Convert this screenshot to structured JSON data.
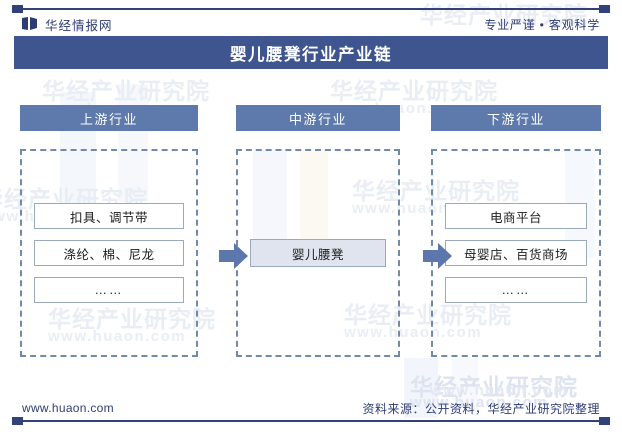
{
  "header": {
    "logo_icon": "book-logo-icon",
    "brand": "华经情报网",
    "slogan": "专业严谨 • 客观科学"
  },
  "title": "婴儿腰凳行业产业链",
  "colors": {
    "title_bar": "#3f558f",
    "column_header": "#5e79ab",
    "arrow": "#5b77ab",
    "dashed_border": "#7289ae",
    "node_border": "#9aa8c0",
    "accent_node_fill": "#dfe4ee",
    "rule": "#33417a",
    "brand_text": "#2d3d73",
    "watermark": "#e9edf4"
  },
  "columns": [
    {
      "header": "上游行业",
      "nodes": [
        "扣具、调节带",
        "涤纶、棉、尼龙",
        "……"
      ]
    },
    {
      "header": "中游行业",
      "nodes": [
        "婴儿腰凳"
      ]
    },
    {
      "header": "下游行业",
      "nodes": [
        "电商平台",
        "母婴店、百货商场",
        "……"
      ]
    }
  ],
  "arrows": [
    {
      "icon": "arrow-right-icon",
      "from": "上游行业",
      "to": "中游行业"
    },
    {
      "icon": "arrow-right-icon",
      "from": "中游行业",
      "to": "下游行业"
    }
  ],
  "footer": {
    "url": "www.huaon.com",
    "source": "资料来源：公开资料，华经产业研究院整理"
  },
  "watermarks": {
    "cn": "华经产业研究院",
    "en": "www.huaon.com"
  }
}
